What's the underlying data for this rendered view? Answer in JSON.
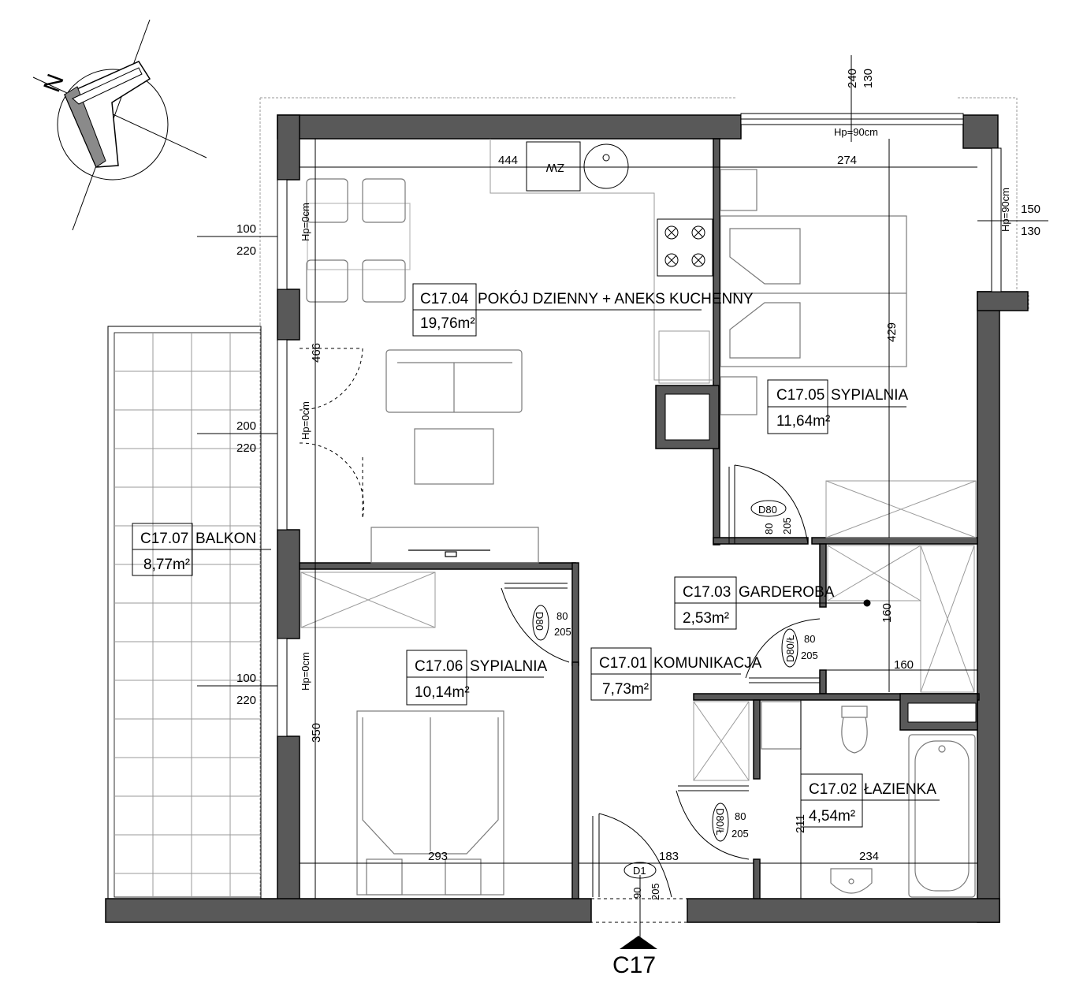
{
  "rooms": [
    {
      "id": "C17.04",
      "name": "POKÓJ DZIENNY + ANEKS KUCHENNY",
      "area": "19,76m²"
    },
    {
      "id": "C17.05",
      "name": "SYPIALNIA",
      "area": "11,64m²"
    },
    {
      "id": "C17.03",
      "name": "GARDEROBA",
      "area": "2,53m²"
    },
    {
      "id": "C17.07",
      "name": "BALKON",
      "area": "8,77m²"
    },
    {
      "id": "C17.06",
      "name": "SYPIALNIA",
      "area": "10,14m²"
    },
    {
      "id": "C17.01",
      "name": "KOMUNIKACJA",
      "area": "7,73m²"
    },
    {
      "id": "C17.02",
      "name": "ŁAZIENKA",
      "area": "4,54m²"
    }
  ],
  "dimensions": {
    "living_width": "444",
    "bedroom1_width": "274",
    "bedroom1_depth": "429",
    "living_depth": "466",
    "bedroom2_depth": "350",
    "bedroom2_width": "293",
    "hall_width": "183",
    "bath_width": "234",
    "bath_depth": "211",
    "wardrobe_w": "160",
    "wardrobe_d": "160"
  },
  "windows": {
    "top": {
      "w": "240",
      "h": "130",
      "sill": "Hp=90cm"
    },
    "right": {
      "w": "150",
      "h": "130",
      "sill": "Hp=90cm"
    },
    "left1": {
      "w": "100",
      "h": "220",
      "sill": "Hp=0cm"
    },
    "left2": {
      "w": "200",
      "h": "220",
      "sill": "Hp=0cm"
    },
    "left3": {
      "w": "100",
      "h": "220",
      "sill": "Hp=0cm"
    }
  },
  "doors": {
    "bed1": {
      "tag": "D80",
      "w": "80",
      "h": "205"
    },
    "bed2": {
      "tag": "D80",
      "w": "80",
      "h": "205"
    },
    "wardrobe": {
      "tag": "D80/Ł",
      "w": "80",
      "h": "205"
    },
    "bath": {
      "tag": "D80/Ł",
      "w": "80",
      "h": "205"
    },
    "entry": {
      "tag": "D1",
      "w": "90",
      "h": "205"
    }
  },
  "fridge_label": "ZW",
  "compass_label": "N",
  "unit_label": "C17",
  "colors": {
    "wall": "#595959",
    "line": "#000000",
    "furniture": "#7a7a7a"
  }
}
